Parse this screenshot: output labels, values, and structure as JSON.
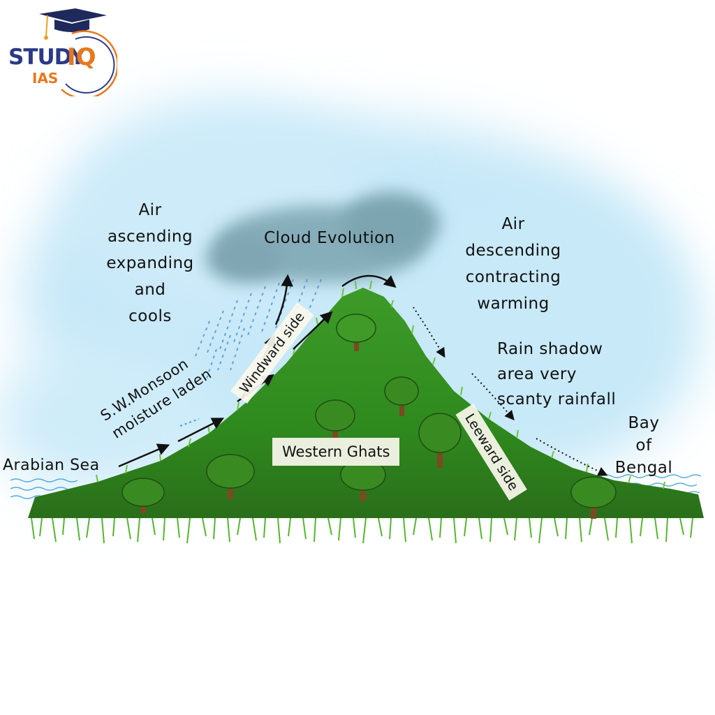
{
  "logo": {
    "word1": "STUDY",
    "word2": "IQ",
    "word3": "IAS",
    "colors": {
      "navy": "#2a3a86",
      "orange": "#e8771e"
    }
  },
  "labels": {
    "air_ascending": "Air\nascending\nexpanding\nand\ncools",
    "cloud": "Cloud Evolution",
    "air_descending": "Air\ndescending\ncontracting\nwarming",
    "rain_shadow": "Rain shadow\narea very\nscanty rainfall",
    "monsoon": "S.W.Monsoon\nmoisture laden",
    "windward": "Windward side",
    "leeward": "Leeward side",
    "western_ghats": "Western Ghats",
    "arabian_sea": "Arabian Sea",
    "bay_of_bengal": "Bay\nof\nBengal"
  },
  "colors": {
    "sky": "#bfe6f7",
    "mountain": "#3f9a26",
    "mountain_dark": "#2f7d1c",
    "grass": "#57b52f",
    "cloud": "#7fa8b3",
    "water": "#3a9fd8",
    "tree": "#2f6a1e",
    "trunk": "#7a4a22"
  }
}
